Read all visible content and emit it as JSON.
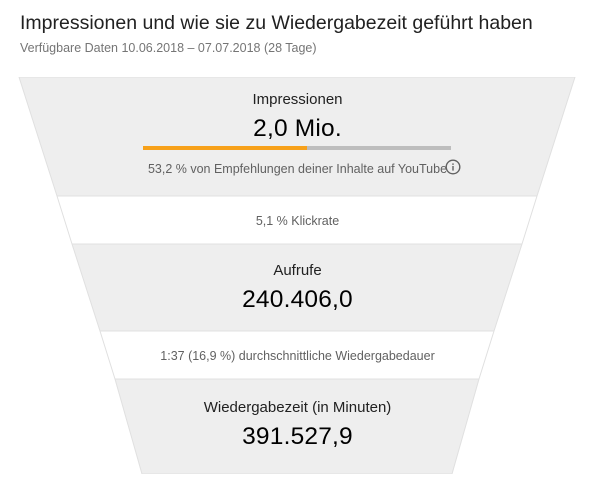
{
  "header": {
    "title": "Impressionen und wie sie zu Wiedergabezeit geführt haben",
    "subtitle": "Verfügbare Daten 10.06.2018 – 07.07.2018 (28 Tage)"
  },
  "funnel": {
    "impressions": {
      "label": "Impressionen",
      "value": "2,0 Mio.",
      "recommendation_share": 0.532,
      "note": "53,2 % von Empfehlungen deiner Inhalte auf YouTube",
      "info_icon": "info-circle-icon"
    },
    "ctr": {
      "text": "5,1 % Klickrate"
    },
    "views": {
      "label": "Aufrufe",
      "value": "240.406,0"
    },
    "avg_duration": {
      "text": "1:37 (16,9 %) durchschnittliche Wiedergabedauer"
    },
    "watch_time": {
      "label": "Wiedergabezeit (in Minuten)",
      "value": "391.527,9"
    }
  },
  "colors": {
    "stage_fill": "#eeeeee",
    "rate_fill": "#ffffff",
    "border": "#e0e0e0",
    "progress_fill": "#f7a11a",
    "progress_track": "#bdbdbd"
  }
}
